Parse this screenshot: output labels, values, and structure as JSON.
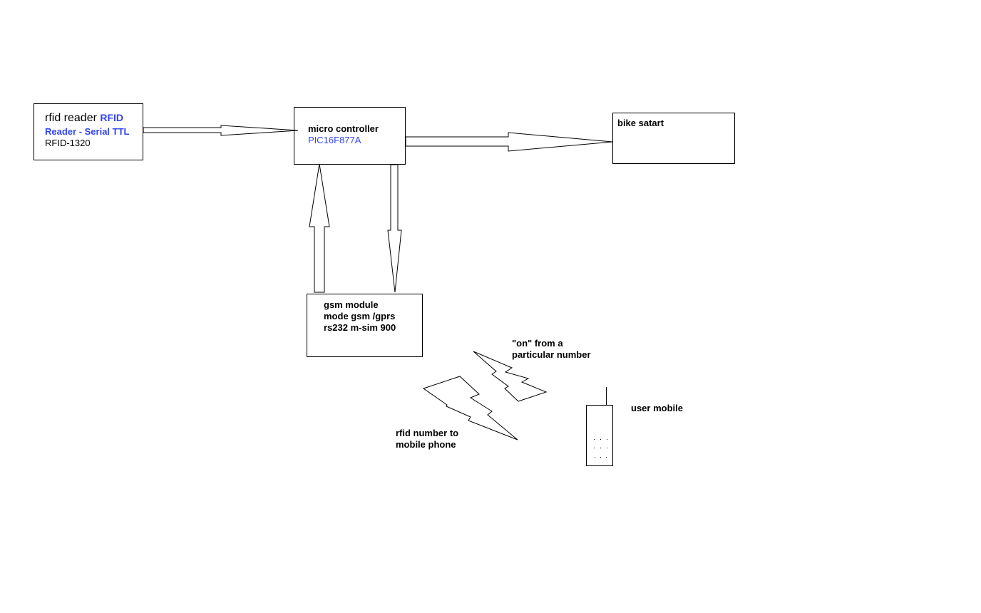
{
  "rfid_reader": {
    "label": "rfid reader",
    "model_part1": "RFID",
    "model_part2": "Reader - Serial TTL",
    "part_no": "RFID-1320"
  },
  "micro_controller": {
    "label": "micro controller",
    "model": "PIC16F877A"
  },
  "bike_start": {
    "label": "bike satart"
  },
  "gsm_module": {
    "line1": "gsm module",
    "line2": "mode gsm /gprs",
    "line3": "rs232 m-sim 900"
  },
  "signals": {
    "on_line1": "\"on\" from a",
    "on_line2": "particular number",
    "rfid_line1": "rfid number to",
    "rfid_line2": "mobile phone"
  },
  "user_mobile": {
    "label": "user mobile"
  },
  "colors": {
    "accent": "#3344ee"
  }
}
